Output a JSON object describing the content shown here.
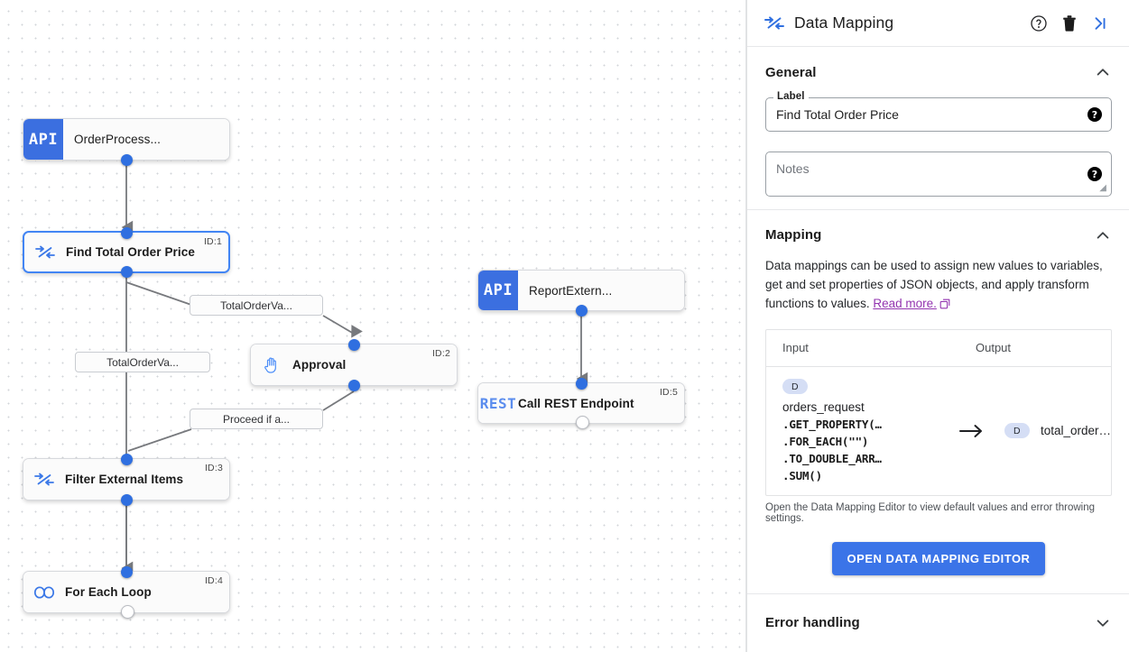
{
  "canvas": {
    "nodes": [
      {
        "id": "",
        "badge": "API",
        "icon": "api-badge",
        "title": "OrderProcess...",
        "selected": false,
        "ports": {
          "top": "none",
          "bottom": "filled"
        }
      },
      {
        "id": "ID:1",
        "badge": "",
        "icon": "data-mapping-icon",
        "title": "Find Total Order Price",
        "selected": true,
        "ports": {
          "top": "filled",
          "bottom": "filled"
        }
      },
      {
        "id": "ID:2",
        "badge": "",
        "icon": "hand-icon",
        "title": "Approval",
        "selected": false,
        "ports": {
          "top": "filled",
          "bottom": "filled"
        }
      },
      {
        "id": "ID:3",
        "badge": "",
        "icon": "data-mapping-icon",
        "title": "Filter External Items",
        "selected": false,
        "ports": {
          "top": "filled",
          "bottom": "filled"
        }
      },
      {
        "id": "ID:4",
        "badge": "",
        "icon": "loop-icon",
        "title": "For Each Loop",
        "selected": false,
        "ports": {
          "top": "filled",
          "bottom": "hollow"
        }
      },
      {
        "id": "",
        "badge": "API",
        "icon": "api-badge",
        "title": "ReportExtern...",
        "selected": false,
        "ports": {
          "top": "none",
          "bottom": "filled"
        }
      },
      {
        "id": "ID:5",
        "badge": "REST",
        "icon": "rest-badge",
        "title": "Call REST Endpoint",
        "selected": false,
        "ports": {
          "top": "filled",
          "bottom": "hollow"
        }
      }
    ],
    "edge_labels": [
      {
        "text": "TotalOrderVa..."
      },
      {
        "text": "TotalOrderVa..."
      },
      {
        "text": "Proceed if a..."
      }
    ],
    "colors": {
      "node_accent": "#3b6fe0",
      "selected_border": "#4285f4",
      "port": "#2f6fe0",
      "edge": "#77797d"
    }
  },
  "panel": {
    "header": {
      "icon": "data-mapping-icon",
      "title": "Data Mapping",
      "help_label": "?",
      "actions": [
        "help-icon",
        "delete-icon",
        "collapse-panel-icon"
      ]
    },
    "general": {
      "title": "General",
      "collapsed": false,
      "label_legend": "Label",
      "label_value": "Find Total Order Price",
      "notes_placeholder": "Notes",
      "notes_value": "",
      "help_glyph": "?"
    },
    "mapping": {
      "title": "Mapping",
      "collapsed": false,
      "description": "Data mappings can be used to assign new values to variables, get and set properties of JSON objects, and apply transform functions to values.",
      "link_text": "Read more.",
      "link_color": "#9334b0",
      "table": {
        "headers": [
          "Input",
          "Output"
        ],
        "arrow": "→",
        "rows": [
          {
            "input": {
              "badge": "D",
              "name": "orders_request",
              "expression_lines": [
                ".GET_PROPERTY(…",
                ".FOR_EACH(\"\")",
                ".TO_DOUBLE_ARR…",
                ".SUM()"
              ]
            },
            "output": {
              "badge": "D",
              "name": "total_order…"
            }
          }
        ]
      },
      "note": "Open the Data Mapping Editor to view default values and error throwing settings.",
      "button_label": "OPEN DATA MAPPING EDITOR",
      "button_color": "#3b74e8"
    },
    "error_handling": {
      "title": "Error handling",
      "collapsed": true
    }
  }
}
